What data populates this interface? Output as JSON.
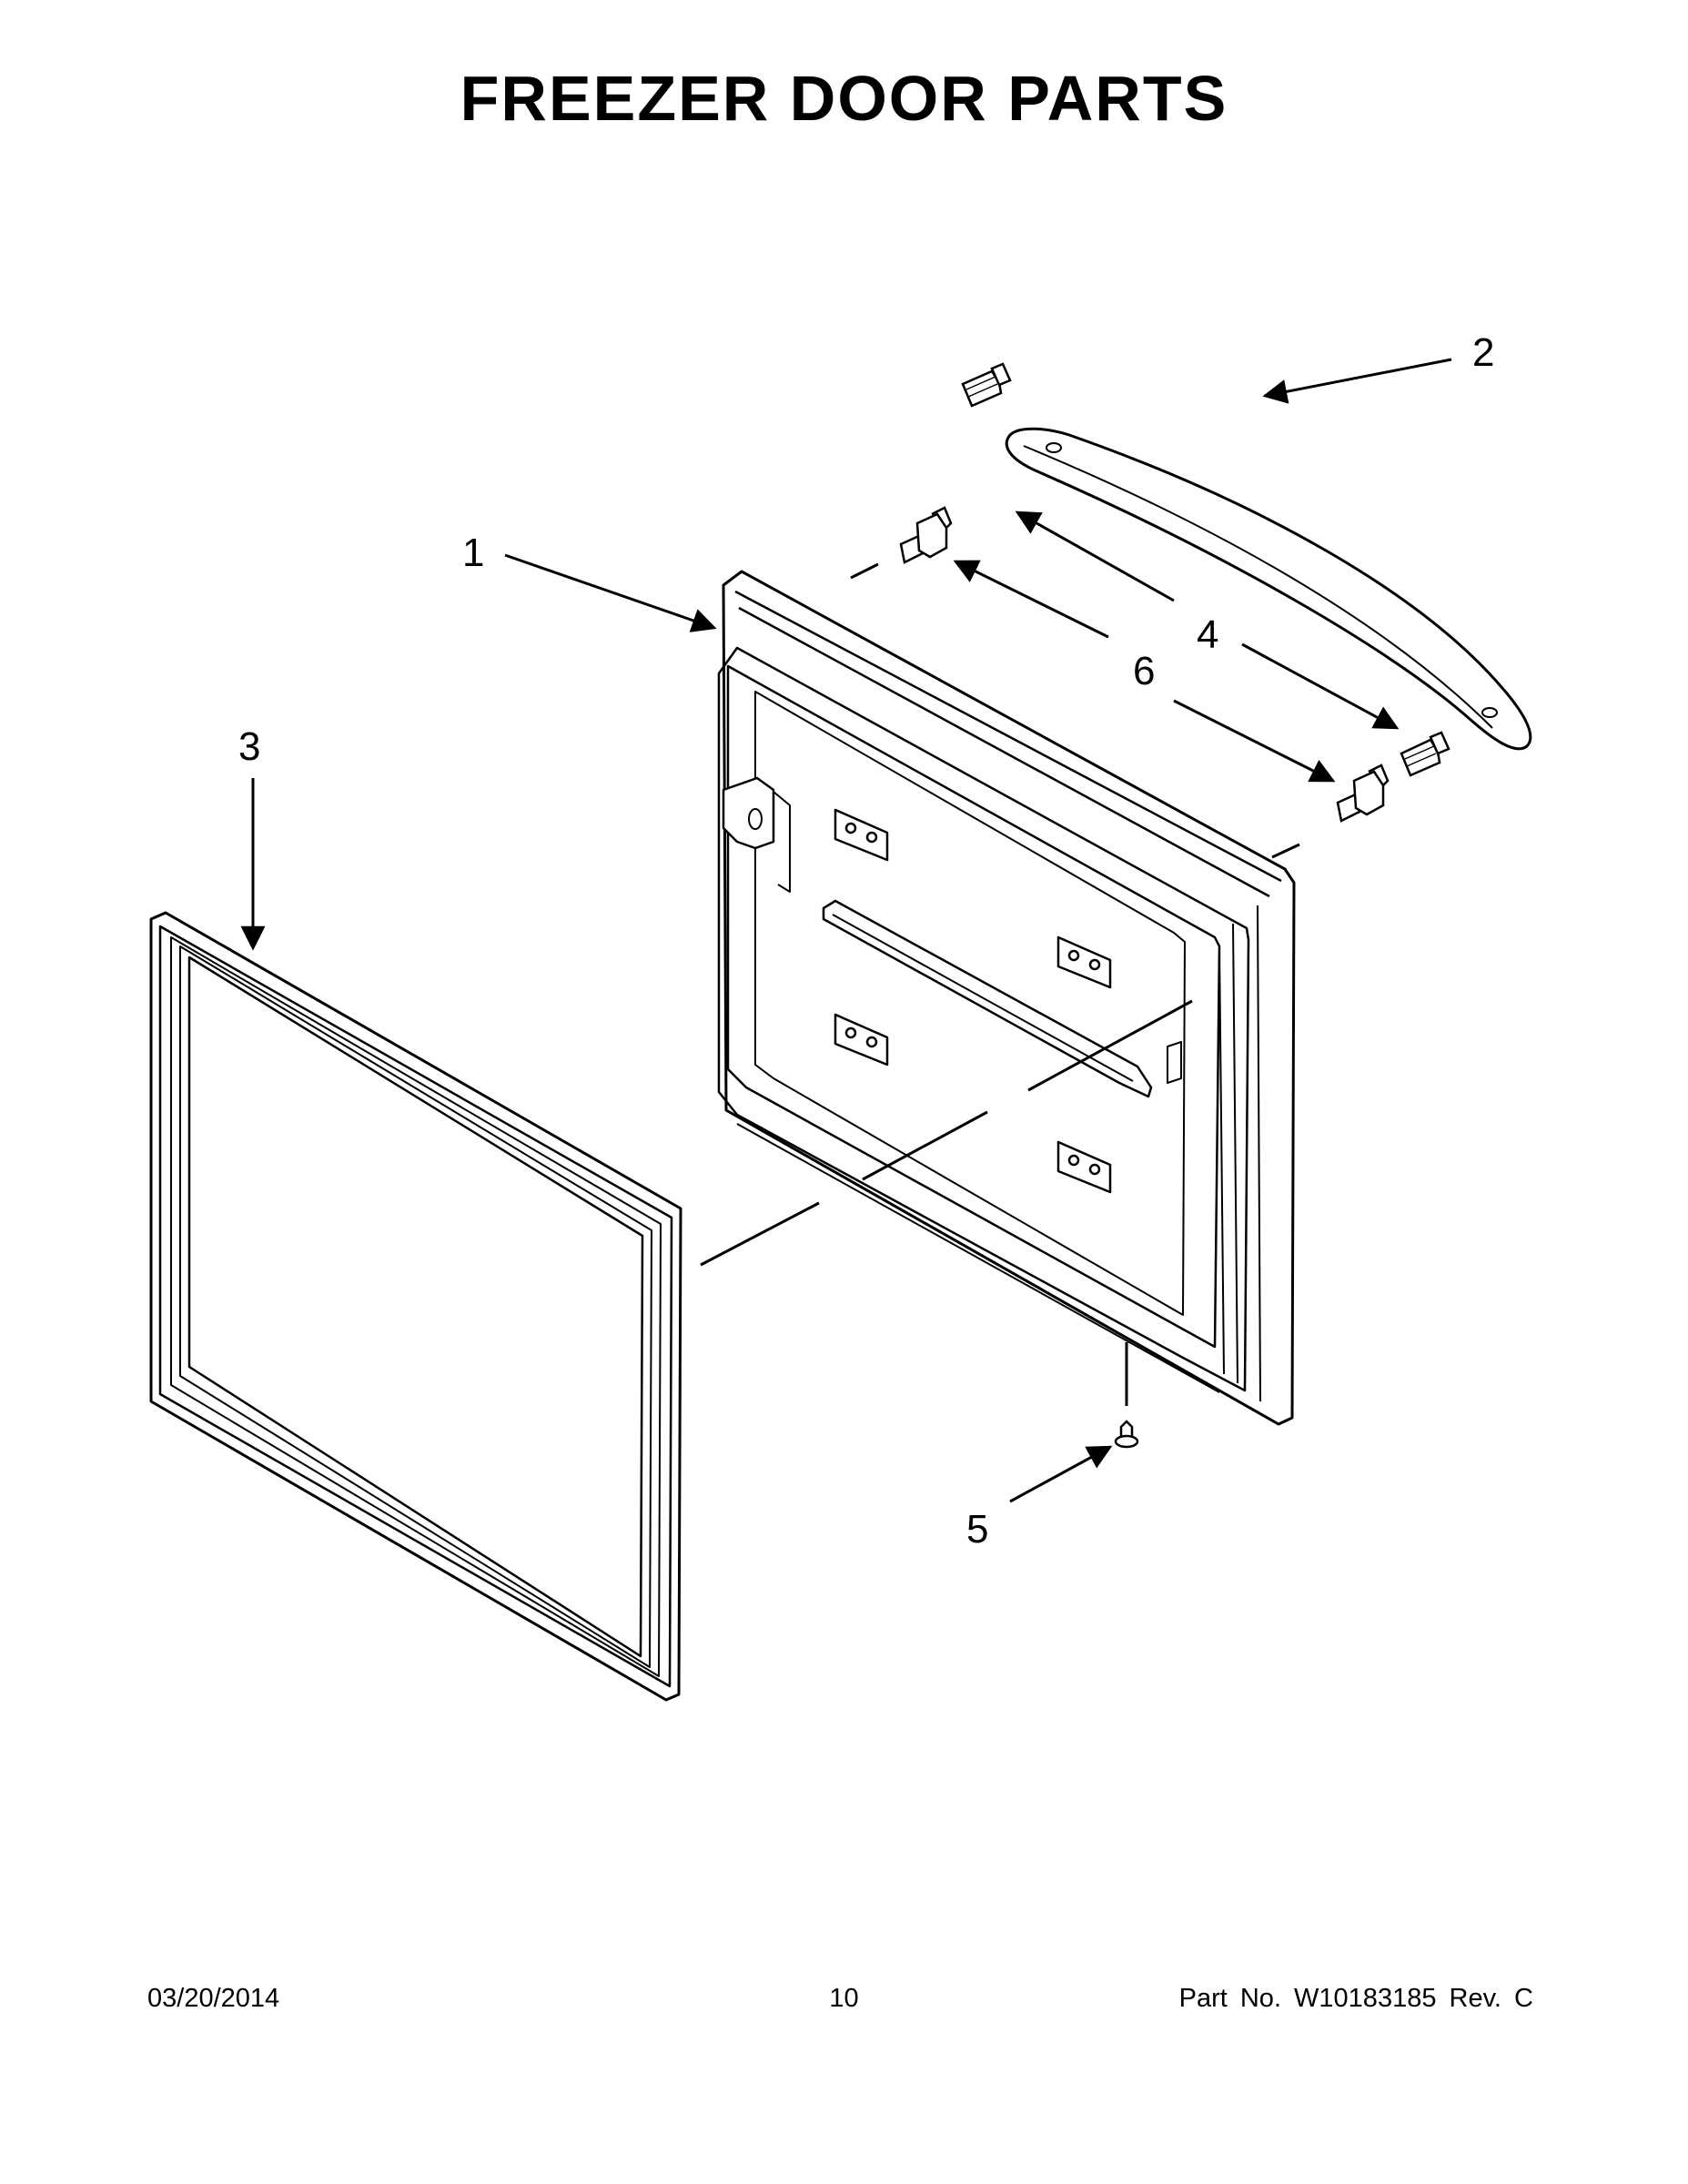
{
  "title": "FREEZER DOOR PARTS",
  "callouts": {
    "c1": "1",
    "c2": "2",
    "c3": "3",
    "c4": "4",
    "c5": "5",
    "c6": "6"
  },
  "footer": {
    "date": "03/20/2014",
    "page": "10",
    "part": "Part No.  W10183185  Rev.  C"
  }
}
